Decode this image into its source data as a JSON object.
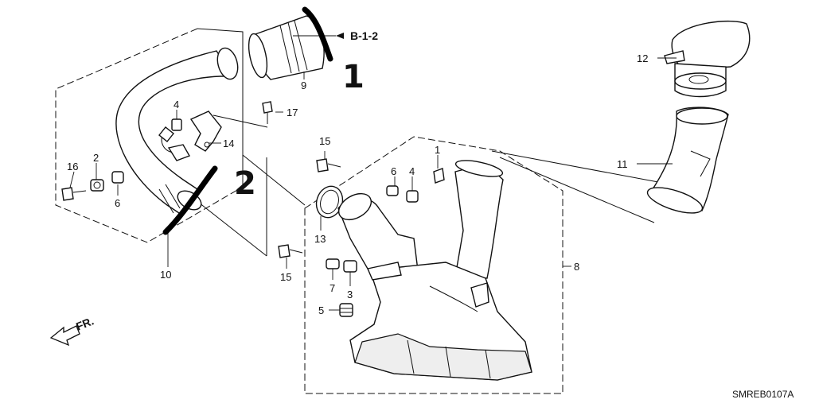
{
  "diagram": {
    "reference": "B-1-2",
    "direction_label": "FR.",
    "code": "SMREB0107A",
    "handwritten": [
      "1",
      "2"
    ],
    "callouts": [
      "1",
      "2",
      "3",
      "4",
      "4",
      "5",
      "6",
      "6",
      "7",
      "8",
      "9",
      "10",
      "11",
      "12",
      "13",
      "14",
      "15",
      "15",
      "16",
      "17"
    ]
  }
}
